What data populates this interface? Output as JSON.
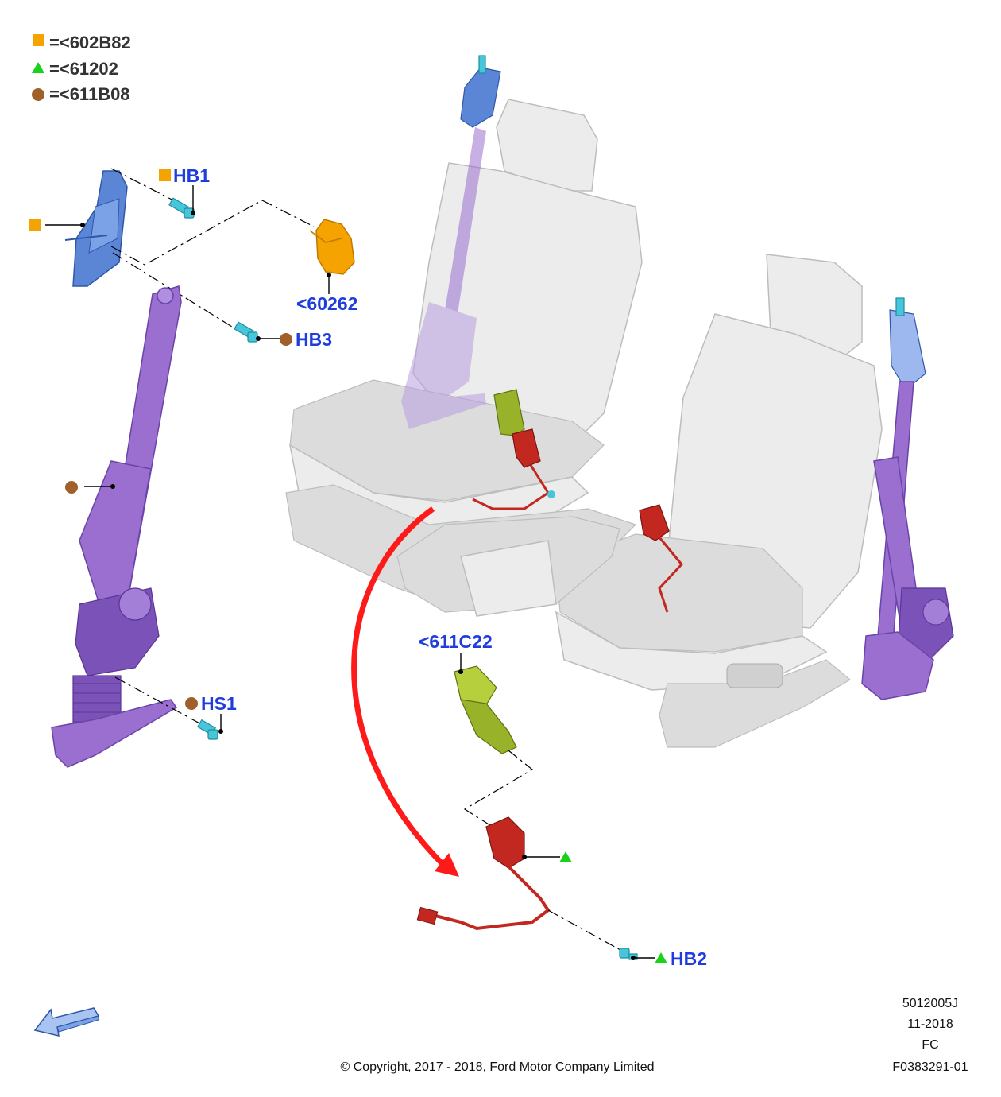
{
  "legend": [
    {
      "shape": "square",
      "color": "#f5a300",
      "text": "=<602B82"
    },
    {
      "shape": "triangle",
      "color": "#19d219",
      "text": "=<61202"
    },
    {
      "shape": "circle",
      "color": "#a0602a",
      "text": "=<611B08"
    }
  ],
  "labels": {
    "hb1": "HB1",
    "hb3": "HB3",
    "hs1": "HS1",
    "hb2": "HB2",
    "part_60262": "<60262",
    "part_611c22": "<611C22"
  },
  "footer": {
    "code": "5012005J",
    "date": "11-2018",
    "region": "FC",
    "figure": "F0383291-01",
    "copyright": "© Copyright, 2017 - 2018, Ford Motor Company Limited"
  },
  "colors": {
    "square": "#f5a300",
    "triangle": "#19d219",
    "circle": "#a0602a",
    "label_text": "#1f3cdc",
    "arrow": "#ff1a1a",
    "belt": "#9a6fd0",
    "buckle_green": "#98b32a",
    "buckle_red": "#c2281f",
    "bolt": "#46c6d8",
    "anchor_blue": "#5b86d6"
  }
}
